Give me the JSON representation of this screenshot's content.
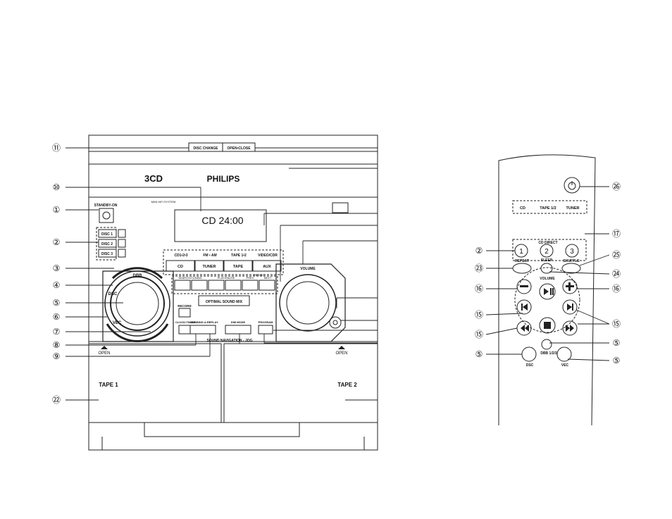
{
  "main_unit": {
    "disc_change": "DISC CHANGE",
    "open_close": "OPEN•CLOSE",
    "disc_logo": "3CD",
    "brand": "PHILIPS",
    "system_label": "MINI HIFI SYSTEM",
    "standby_label": "STANDBY-ON",
    "disc_buttons": [
      "DISC 1",
      "DISC 2",
      "DISC 3"
    ],
    "display_text": "CD 24:00",
    "source_groups": [
      "CD1•2•3",
      "FM • AM",
      "TAPE 1•2",
      "VIDEO/CDR"
    ],
    "source_buttons": [
      "CD",
      "TUNER",
      "TAPE",
      "AUX"
    ],
    "volume_label": "VOLUME",
    "dsc_label": "DSC",
    "dbb_label": "DBB",
    "vec_label": "VEC",
    "transport_labels": [
      "SEARCH•TUNING",
      "PLAY•PAUSE",
      "PRESET",
      "PREV",
      "NEXT"
    ],
    "optimal_sound_mix": "OPTIMAL SOUND MIX",
    "record_label": "RECORD",
    "clock_timer": "CLOCK•TIMER",
    "dubbing_replay": "DUBBING A.REPLAY",
    "dim_mode": "DIM MODE",
    "program_label": "PROGRAM",
    "sound_navigation": "SOUND NAVIGATION - JOG",
    "open_left": "OPEN",
    "open_right": "OPEN",
    "tape1": "TAPE 1",
    "tape2": "TAPE 2",
    "callouts_left": [
      "⑪",
      "⑩",
      "①",
      "②",
      "③",
      "④",
      "⑤",
      "⑥",
      "⑦",
      "⑧",
      "⑨",
      "㉒"
    ]
  },
  "remote": {
    "sources": [
      "CD",
      "TAPE 1/2",
      "TUNER"
    ],
    "cd_direct": "CD DIRECT",
    "digits": [
      "1",
      "2",
      "3"
    ],
    "repeat": "REPEAT",
    "sleep": "SLEEP",
    "shuffle": "SHUFFLE",
    "volume": "VOLUME",
    "dsc": "DSC",
    "dbb": "DBB 1/2/3",
    "vec": "VEC",
    "callouts": [
      "㉖",
      "⑰",
      "②",
      "㉕",
      "㉓",
      "㉔",
      "⑯",
      "⑯",
      "⑮",
      "⑮",
      "⑮",
      "⑤",
      "⑤",
      "⑤"
    ]
  }
}
